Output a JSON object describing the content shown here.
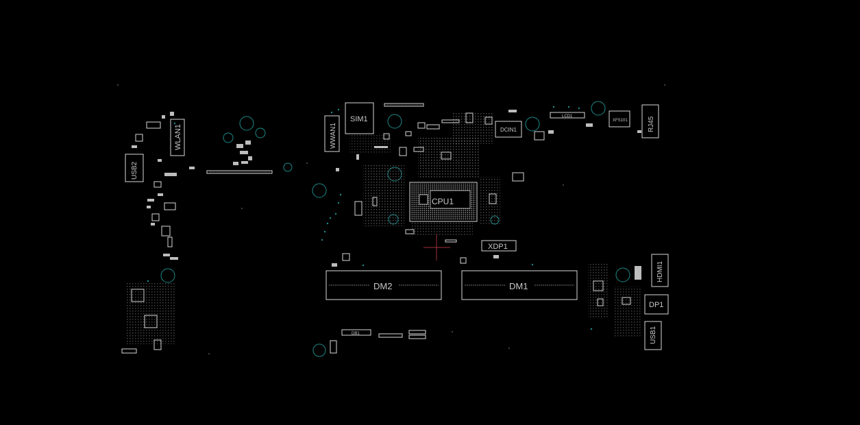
{
  "board": {
    "background": "#000000",
    "outline_color": "#d8d8d8",
    "pad_color": "#bdbdbd",
    "hole_color": "#1f8a8a",
    "cursor_color": "#a0323c"
  },
  "components": {
    "cpu": "CPU1",
    "dimm1": "DM1",
    "dimm2": "DM2",
    "xdp": "XDP1",
    "sim": "SIM1",
    "wlan": "WLAN1",
    "wwan": "WWAN1",
    "dcin": "DCIN1",
    "usb1": "USB1",
    "usb2": "USB2",
    "hdmi": "HDMI1",
    "dp": "DP1",
    "rj45": "RJ45",
    "lcd": "LCD1",
    "db": "DB1",
    "xfs": "XFS101"
  },
  "tools": {
    "cursor_icon": "crosshair-icon"
  }
}
